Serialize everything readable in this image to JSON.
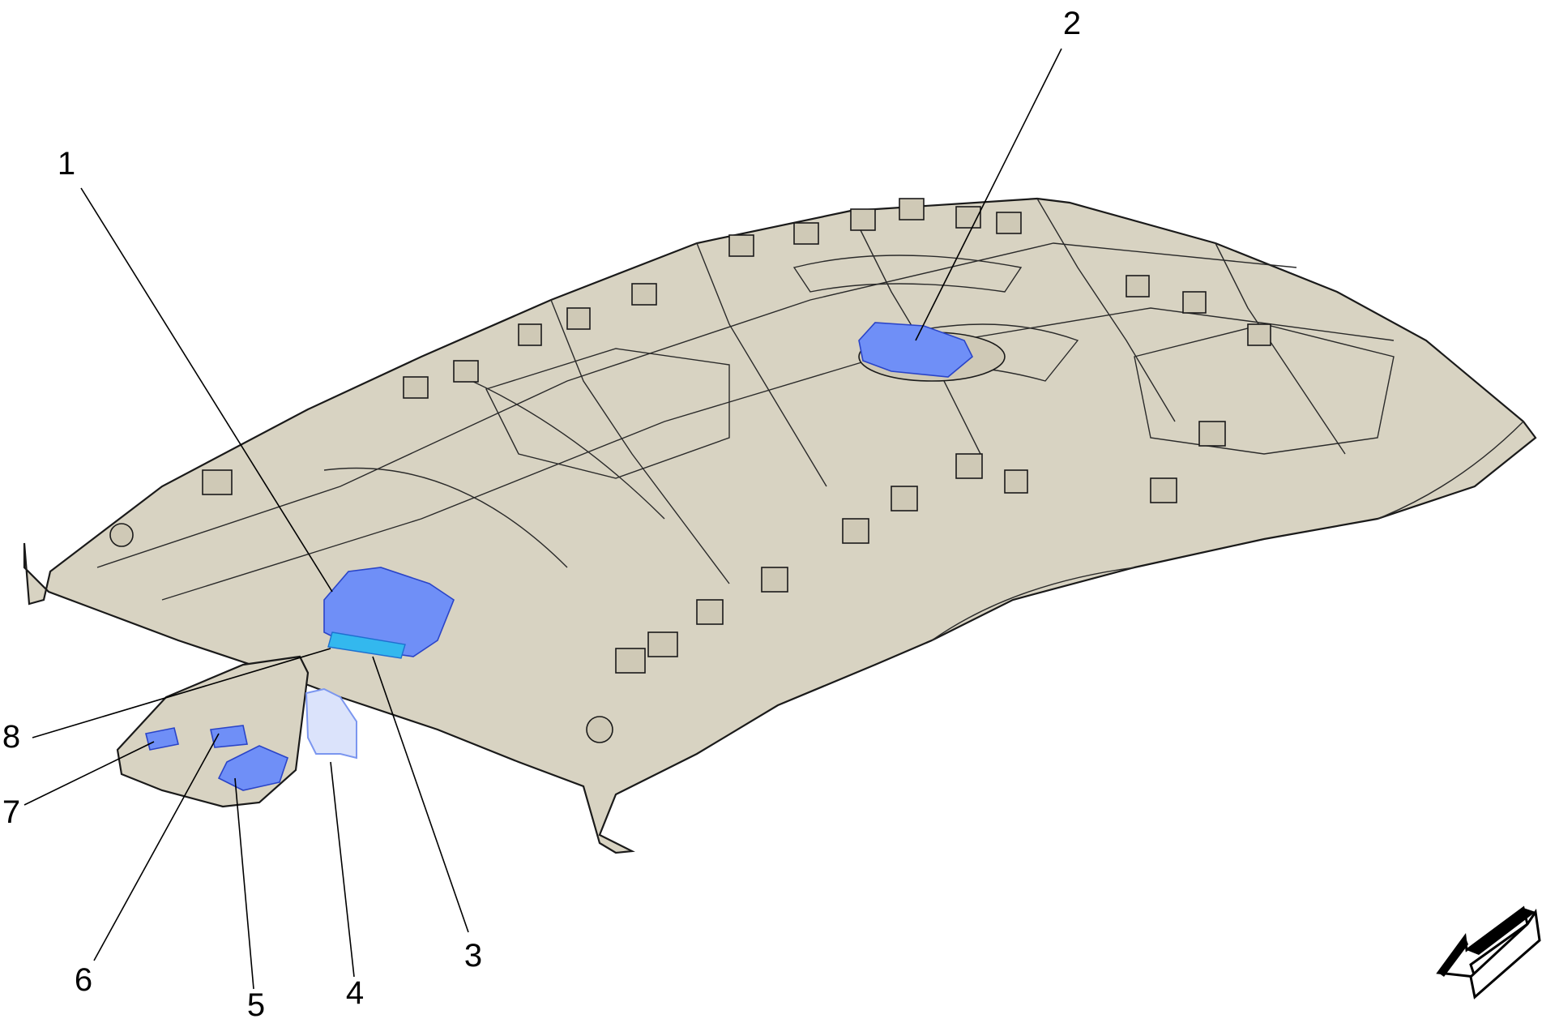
{
  "callouts": [
    "1",
    "2",
    "3",
    "4",
    "5",
    "6",
    "7",
    "8"
  ],
  "colors": {
    "headliner": "#d8d3c2",
    "highlight": "#6f8ff7",
    "highlight_cyan": "#33b8ee",
    "outline": "#1a1a1a"
  },
  "icons": {
    "direction": "forward-arrow-icon"
  }
}
